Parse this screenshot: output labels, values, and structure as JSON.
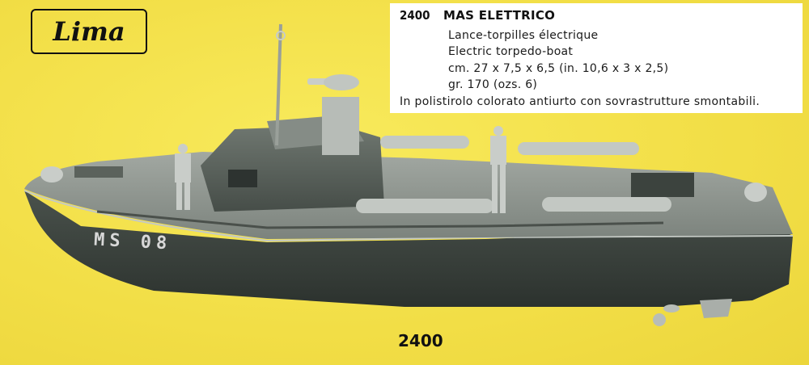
{
  "logo": {
    "text": "Lima"
  },
  "spec": {
    "code": "2400",
    "title": "MAS ELETTRICO",
    "lines": [
      "Lance-torpilles électrique",
      "Electric torpedo-boat",
      "cm. 27 x 7,5 x 6,5 (in. 10,6 x 3 x 2,5)",
      "gr. 170 (ozs. 6)"
    ],
    "material": "In polistirolo colorato antiurto con sovrastrutture smontabili."
  },
  "boat": {
    "hull_marking": "MS 08"
  },
  "model_number": "2400",
  "colors": {
    "background": "#f4e24c",
    "hull": "#3e4540",
    "deck": "#8a918b",
    "fittings": "#b5bab5"
  }
}
